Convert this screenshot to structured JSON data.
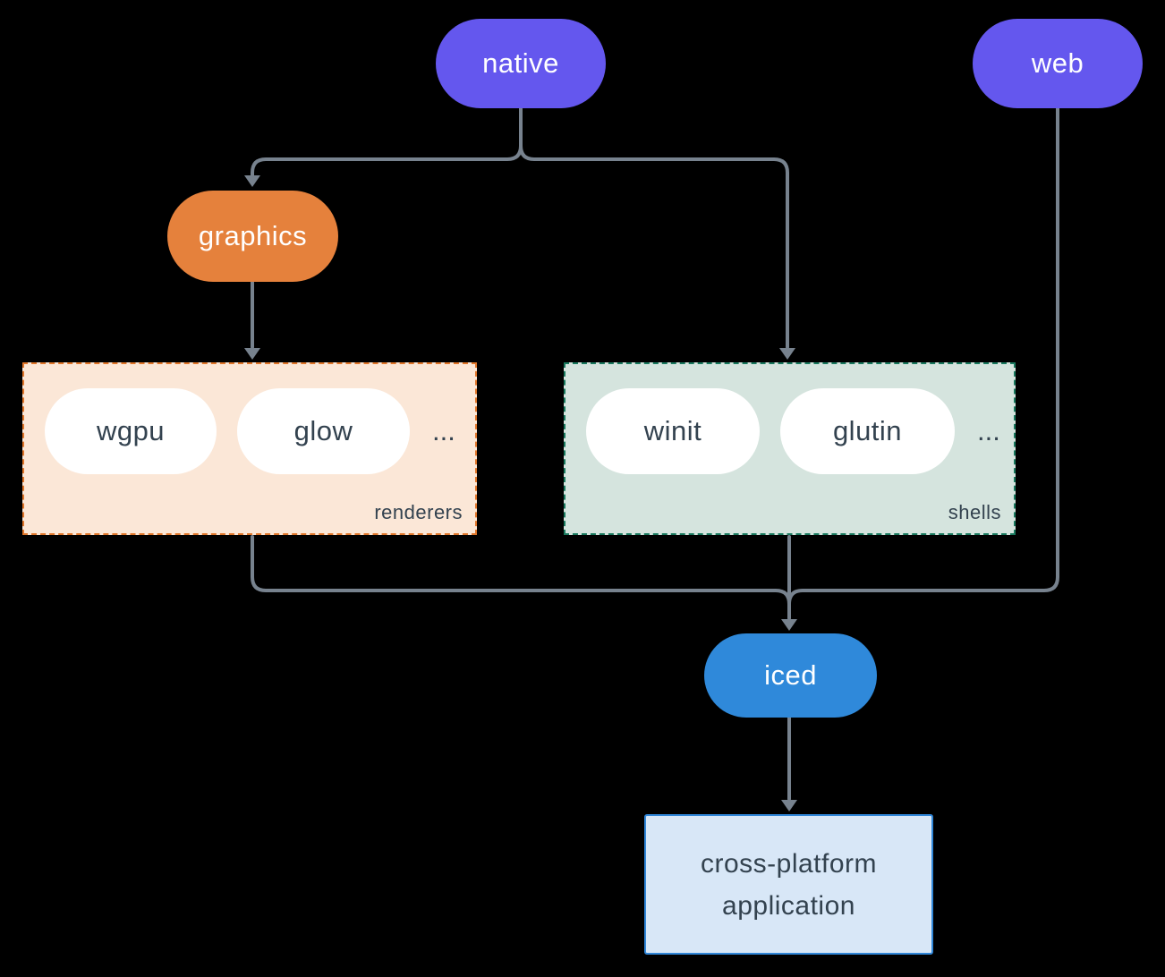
{
  "colors": {
    "background": "#000000",
    "purple": "#6457ee",
    "orange": "#e5813c",
    "blue": "#2f89da",
    "edge": "#77828e",
    "renderers_fill": "#fbe7d7",
    "renderers_border": "#e0762a",
    "shells_fill": "#d5e4de",
    "shells_border": "#19795e",
    "app_fill": "#d8e7f7",
    "app_border": "#3086d8",
    "dark_text": "#33424f",
    "white_text": "#ffffff",
    "pill_white": "#ffffff"
  },
  "nodes": {
    "native": "native",
    "web": "web",
    "graphics": "graphics",
    "iced": "iced"
  },
  "groups": {
    "renderers": {
      "label": "renderers",
      "items": [
        "wgpu",
        "glow"
      ],
      "more": "..."
    },
    "shells": {
      "label": "shells",
      "items": [
        "winit",
        "glutin"
      ],
      "more": "..."
    }
  },
  "app": {
    "line1": "cross-platform",
    "line2": "application"
  }
}
